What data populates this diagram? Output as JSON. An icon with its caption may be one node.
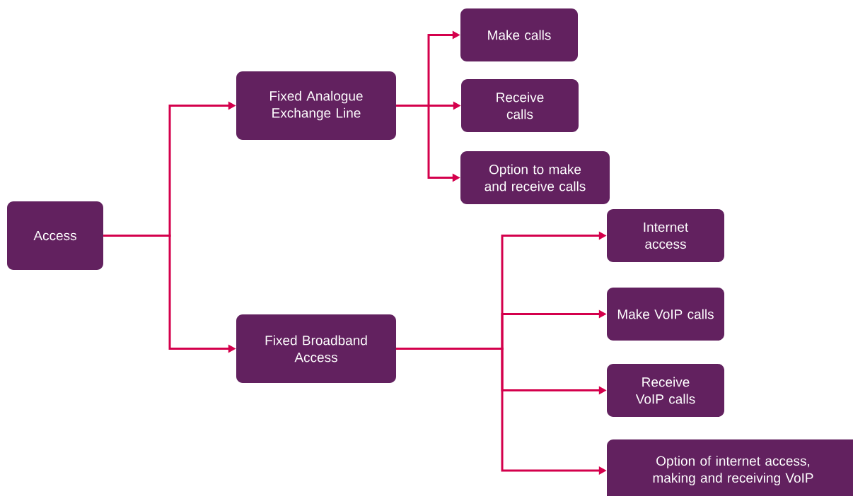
{
  "diagram": {
    "nodes": [
      {
        "text": [
          "Access"
        ]
      },
      {
        "text": [
          "Fixed Analogue Exchange Line"
        ]
      },
      {
        "text": [
          "Fixed Broadband Access"
        ]
      },
      {
        "text": [
          "Make calls"
        ]
      },
      {
        "text": [
          "Receive calls"
        ]
      },
      {
        "text": [
          "Option to make and receive calls"
        ]
      },
      {
        "text": [
          "Internet access"
        ]
      },
      {
        "text": [
          "Make VoIP calls"
        ]
      },
      {
        "text": [
          "Receive VoIP calls"
        ]
      },
      {
        "text": [
          "Option of internet access, making and receiving VoIP"
        ]
      }
    ],
    "edges": [
      {
        "from": 0,
        "to": 1,
        "arrow": "to"
      },
      {
        "from": 0,
        "to": 2,
        "arrow": "to"
      },
      {
        "from": 1,
        "to": 3,
        "arrow": "to"
      },
      {
        "from": 1,
        "to": 4,
        "arrow": "to"
      },
      {
        "from": 1,
        "to": 5,
        "arrow": "to"
      },
      {
        "from": 2,
        "to": 6,
        "arrow": "to"
      },
      {
        "from": 2,
        "to": 7,
        "arrow": "to"
      },
      {
        "from": 2,
        "to": 8,
        "arrow": "to"
      },
      {
        "from": 2,
        "to": 9,
        "arrow": "to"
      }
    ]
  }
}
